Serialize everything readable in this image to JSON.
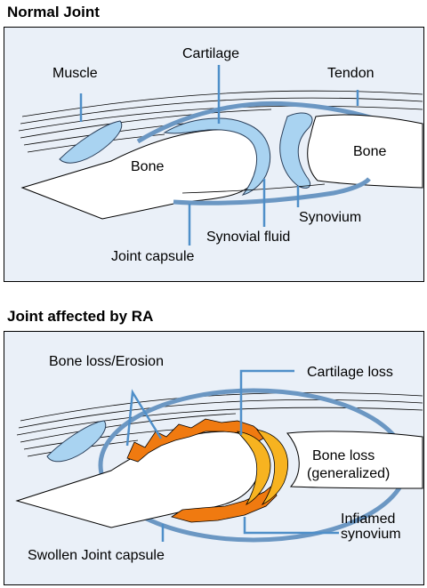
{
  "normal": {
    "title": "Normal Joint",
    "labels": {
      "muscle": "Muscle",
      "cartilage": "Cartilage",
      "tendon": "Tendon",
      "bone_left": "Bone",
      "bone_right": "Bone",
      "synovium": "Synovium",
      "synovial_fluid": "Synovial fluid",
      "joint_capsule": "Joint capsule"
    }
  },
  "ra": {
    "title": "Joint affected by RA",
    "labels": {
      "bone_loss_erosion": "Bone loss/Erosion",
      "cartilage_loss": "Cartilage loss",
      "bone_loss_gen_1": "Bone loss",
      "bone_loss_gen_2": "(generalized)",
      "inflamed_1": "Infiamed",
      "inflamed_2": "synovium",
      "swollen_capsule": "Swollen Joint capsule"
    }
  },
  "colors": {
    "panel_bg": "#eaf0f8",
    "leader": "#4f8fc9",
    "capsule": "#6b97c3",
    "fluid": "#a9d3f1",
    "erosion": "#f07a10",
    "cartilage_ra": "#f7b320",
    "bone": "#ffffff"
  }
}
